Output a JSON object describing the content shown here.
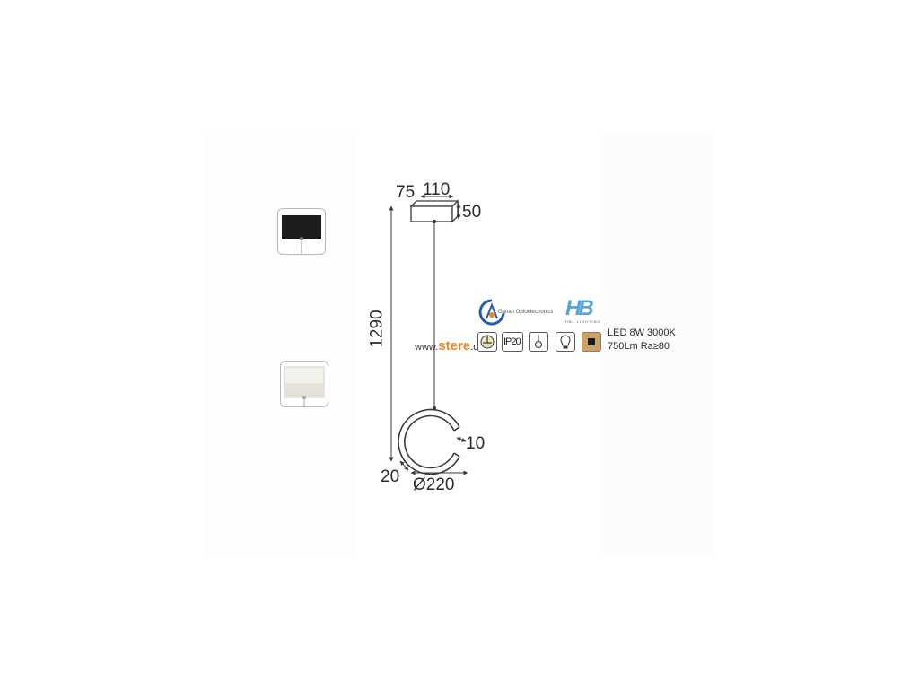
{
  "dimensions": {
    "depth": "75",
    "width": "110",
    "height": "50",
    "total_height": "1290",
    "ring_depth": "20",
    "ring_diameter": "Ø220",
    "ring_thickness": "10"
  },
  "brands": {
    "ganan_name": "Ganan Optoelectronics",
    "hbl_logo": "HB",
    "hbl_name": "HBL LIGHTING"
  },
  "watermark": {
    "prefix": "www.",
    "middle": "stere",
    "suffix": ".cz"
  },
  "icons": [
    "class-ii-icon",
    "ip-rating-icon",
    "pendant-icon",
    "bulb-icon",
    "led-color-icon"
  ],
  "ip_rating": "IP20",
  "specs": {
    "line1": "LED 8W 3000K",
    "line2": "750Lm Ra≥80"
  },
  "colors": {
    "line": "#3a3a3a",
    "gold": "#c49a3c",
    "blue": "#2a5ba8",
    "orange": "#e8892a",
    "led_swatch": "#c9a46a"
  }
}
